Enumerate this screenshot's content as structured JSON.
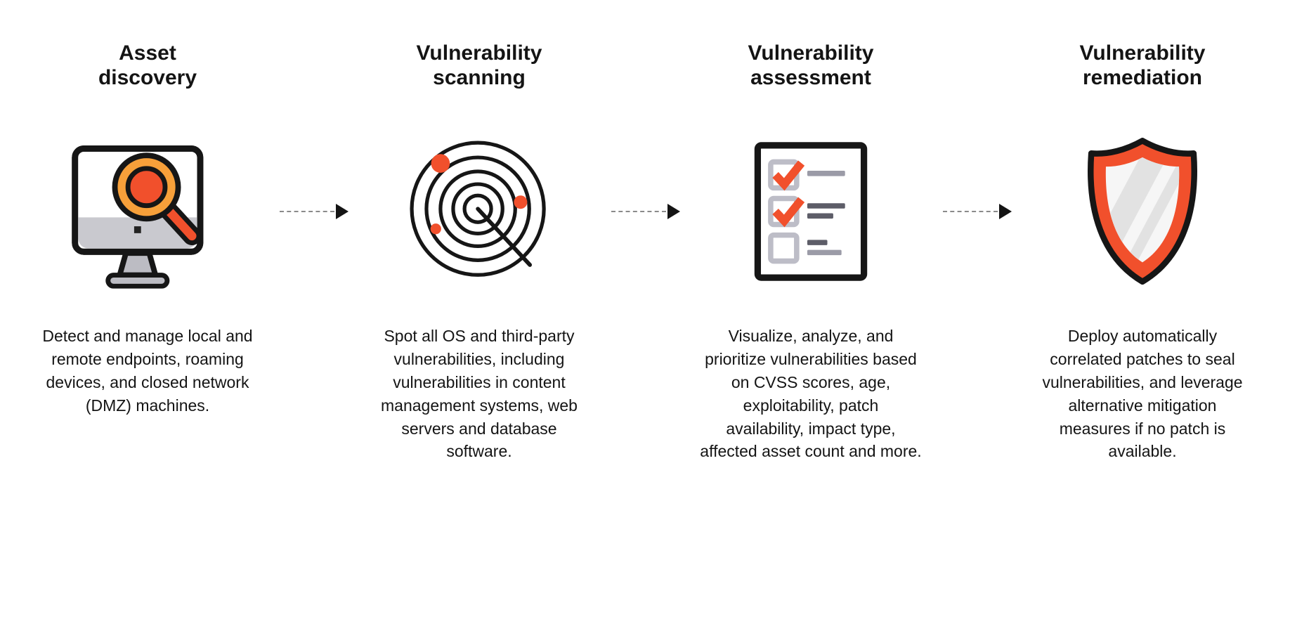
{
  "accent_color": "#f1502c",
  "magnifier_ring_color": "#f7a03a",
  "arrow_color": "#8b8b8b",
  "outline_color": "#161616",
  "steps": [
    {
      "title": "Asset\ndiscovery",
      "icon": "monitor-magnifier-icon",
      "description": "Detect and manage local and\nremote endpoints, roaming\ndevices, and closed network\n(DMZ) machines."
    },
    {
      "title": "Vulnerability\nscanning",
      "icon": "radar-scan-icon",
      "description": "Spot all OS and third-party\nvulnerabilities, including\nvulnerabilities in content\nmanagement systems, web\nservers and database\nsoftware."
    },
    {
      "title": "Vulnerability\nassessment",
      "icon": "checklist-icon",
      "description": "Visualize, analyze, and\nprioritize vulnerabilities based\non CVSS scores, age,\nexploitability, patch\navailability, impact type,\naffected asset count and more."
    },
    {
      "title": "Vulnerability\nremediation",
      "icon": "shield-icon",
      "description": "Deploy automatically\ncorrelated patches to seal\nvulnerabilities, and leverage\nalternative mitigation\nmeasures if no patch is\navailable."
    }
  ]
}
